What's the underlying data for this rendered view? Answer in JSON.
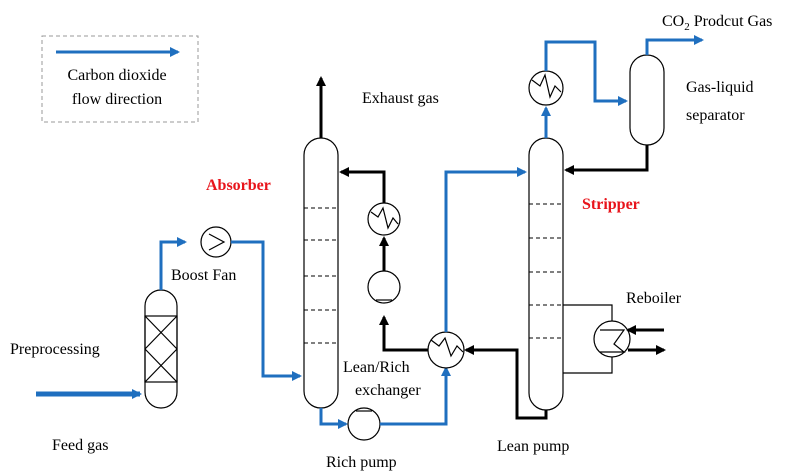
{
  "legend": {
    "line1": "Carbon dioxide",
    "line2": "flow direction"
  },
  "labels": {
    "exhaust_gas": "Exhaust gas",
    "co2_product": "CO",
    "co2_sub": "2",
    "co2_rest": " Prodcut Gas",
    "gas_liquid_1": "Gas-liquid",
    "gas_liquid_2": "separator",
    "absorber": "Absorber",
    "stripper": "Stripper",
    "boost_fan": "Boost Fan",
    "reboiler": "Reboiler",
    "preprocessing": "Preprocessing",
    "lean_rich_1": "Lean/Rich",
    "lean_rich_2": "exchanger",
    "feed_gas": "Feed gas",
    "rich_pump": "Rich pump",
    "lean_pump": "Lean pump"
  },
  "colors": {
    "co2_flow": "#1f6fbf",
    "solvent_flow": "#000000",
    "unit_title": "#e8141b"
  }
}
